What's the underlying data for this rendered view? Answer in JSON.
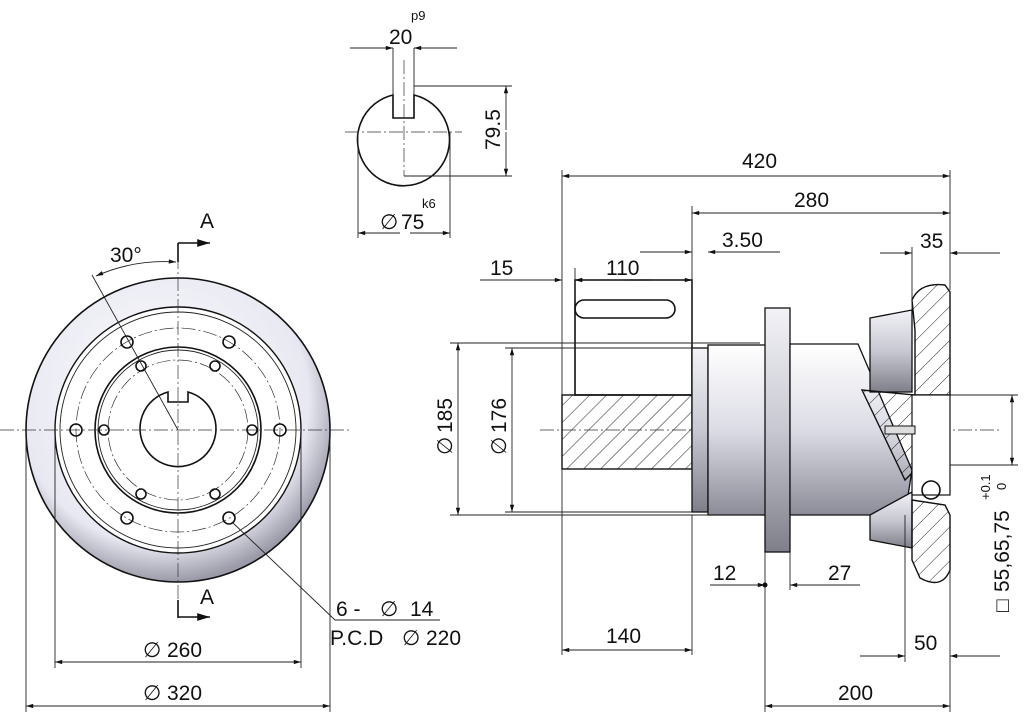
{
  "shaft_detail": {
    "key_width": "20",
    "key_tolerance": "p9",
    "key_depth": "79.5",
    "shaft_diameter": "75",
    "shaft_tolerance": "k6"
  },
  "front_view": {
    "section_label": "A",
    "angle": "30°",
    "hole_spec": "6 - ",
    "hole_diameter": "14",
    "pcd_label": "P.C.D ",
    "pcd_value": "220",
    "inner_diameter": "260",
    "outer_diameter": "320",
    "diameter_symbol": "∅"
  },
  "side_view": {
    "overall_length": "420",
    "length_280": "280",
    "length_3_50": "3.50",
    "length_35": "35",
    "length_15": "15",
    "length_110": "110",
    "dia_185": "185",
    "dia_176": "176",
    "length_12": "12",
    "length_27": "27",
    "length_140": "140",
    "length_50": "50",
    "length_200": "200",
    "square_label": "55,65,75",
    "square_tol_upper": "+0.1",
    "square_tol_lower": "0",
    "square_symbol": "□"
  }
}
